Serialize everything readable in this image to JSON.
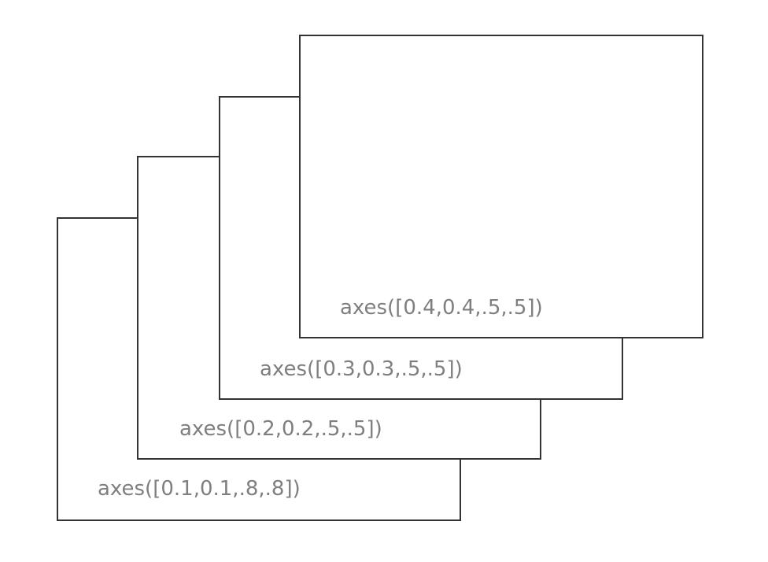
{
  "diagram": {
    "colors": {
      "frame": "#333333",
      "label": "#7f7f7f",
      "background": "#ffffff"
    },
    "axes": [
      {
        "label": "axes([0.1,0.1,.8,.8])"
      },
      {
        "label": "axes([0.2,0.2,.5,.5])"
      },
      {
        "label": "axes([0.3,0.3,.5,.5])"
      },
      {
        "label": "axes([0.4,0.4,.5,.5])"
      }
    ]
  }
}
